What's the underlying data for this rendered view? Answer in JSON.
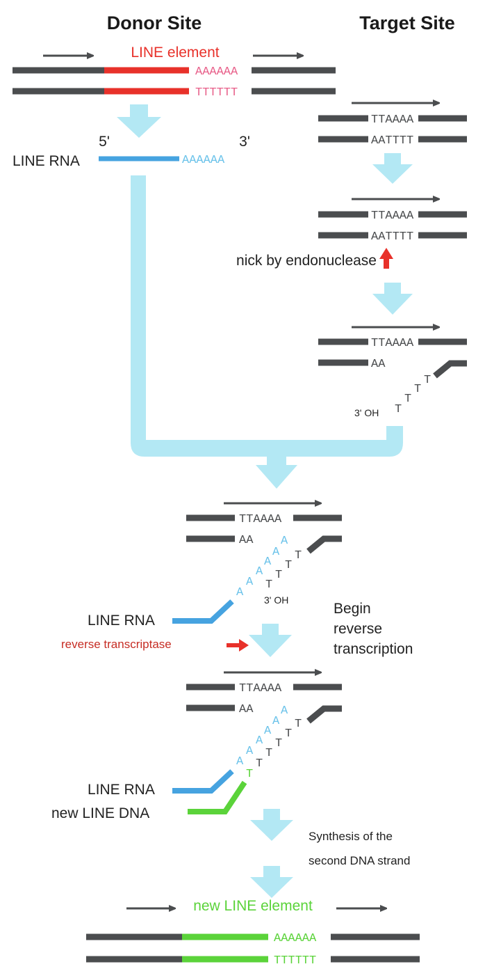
{
  "headers": {
    "donor_site": "Donor Site",
    "target_site": "Target Site"
  },
  "donor": {
    "element_label": "LINE element",
    "top_seq": "AAAAAA",
    "bottom_seq": "TTTTTT"
  },
  "line_rna": {
    "label": "LINE RNA",
    "five_prime": "5'",
    "three_prime": "3'",
    "tail": "AAAAAA"
  },
  "target": {
    "top_seq": "TTAAAA",
    "bottom_seq": "AATTTT",
    "bottom_seq_after_nick": "AA",
    "nick_label": "nick by endonuclease",
    "oh_label": "3' OH",
    "t_base": "T"
  },
  "rt_stage": {
    "top_seq": "TTAAAA",
    "bottom_seq": "AA",
    "oh_label": "3' OH",
    "rna_label": "LINE RNA",
    "enzyme_label": "reverse transcriptase",
    "step_label": [
      "Begin",
      "reverse",
      "transcription"
    ],
    "a_base": "A",
    "t_base": "T"
  },
  "synthesis_stage": {
    "top_seq": "TTAAAA",
    "bottom_seq": "AA",
    "rna_label": "LINE RNA",
    "new_dna_label": "new LINE DNA",
    "step_label": [
      "Synthesis of the",
      "second DNA strand"
    ],
    "a_base": "A",
    "t_base": "T"
  },
  "result": {
    "element_label": "new LINE element",
    "top_seq": "AAAAAA",
    "bottom_seq": "TTTTTT"
  },
  "colors": {
    "dna": "#4b4d4f",
    "line_element": "#e8312a",
    "line_rna": "#46a3e0",
    "new_dna": "#5bd33a",
    "flow_arrow": "#b3e8f4",
    "nick_arrow": "#e8312a",
    "poly_a_pink": "#e8608a"
  }
}
